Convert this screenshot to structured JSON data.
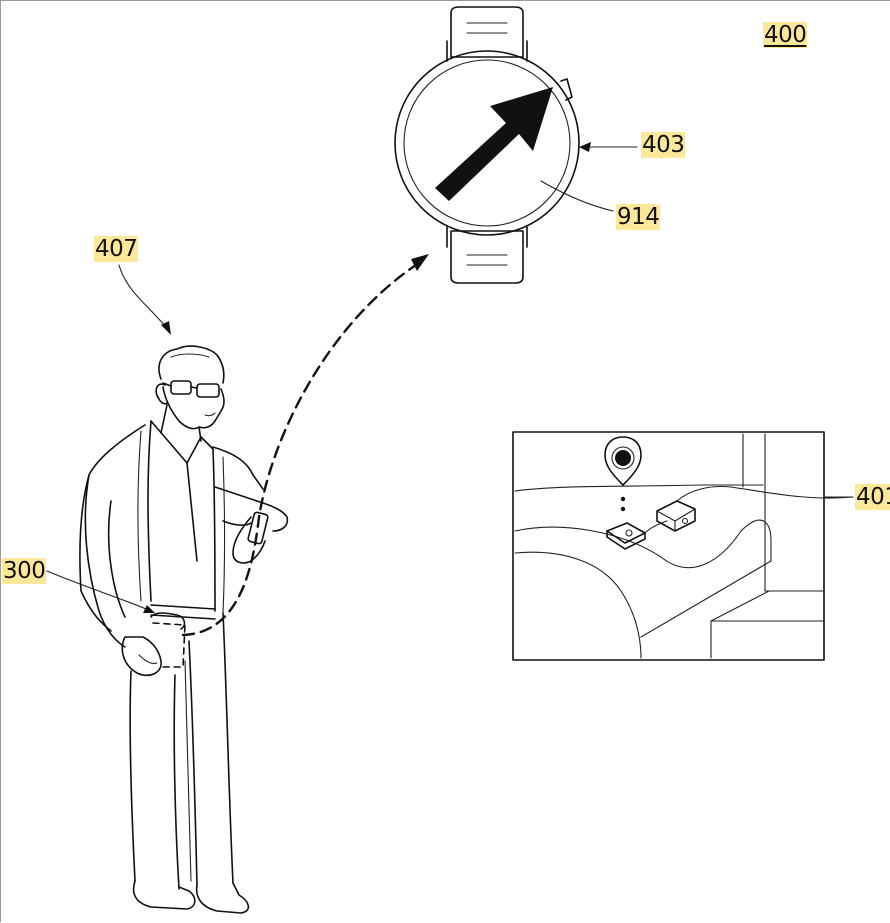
{
  "labels": {
    "figure": "400",
    "watch": "403",
    "display": "914",
    "person": "407",
    "phone": "300",
    "tracker": "401"
  }
}
